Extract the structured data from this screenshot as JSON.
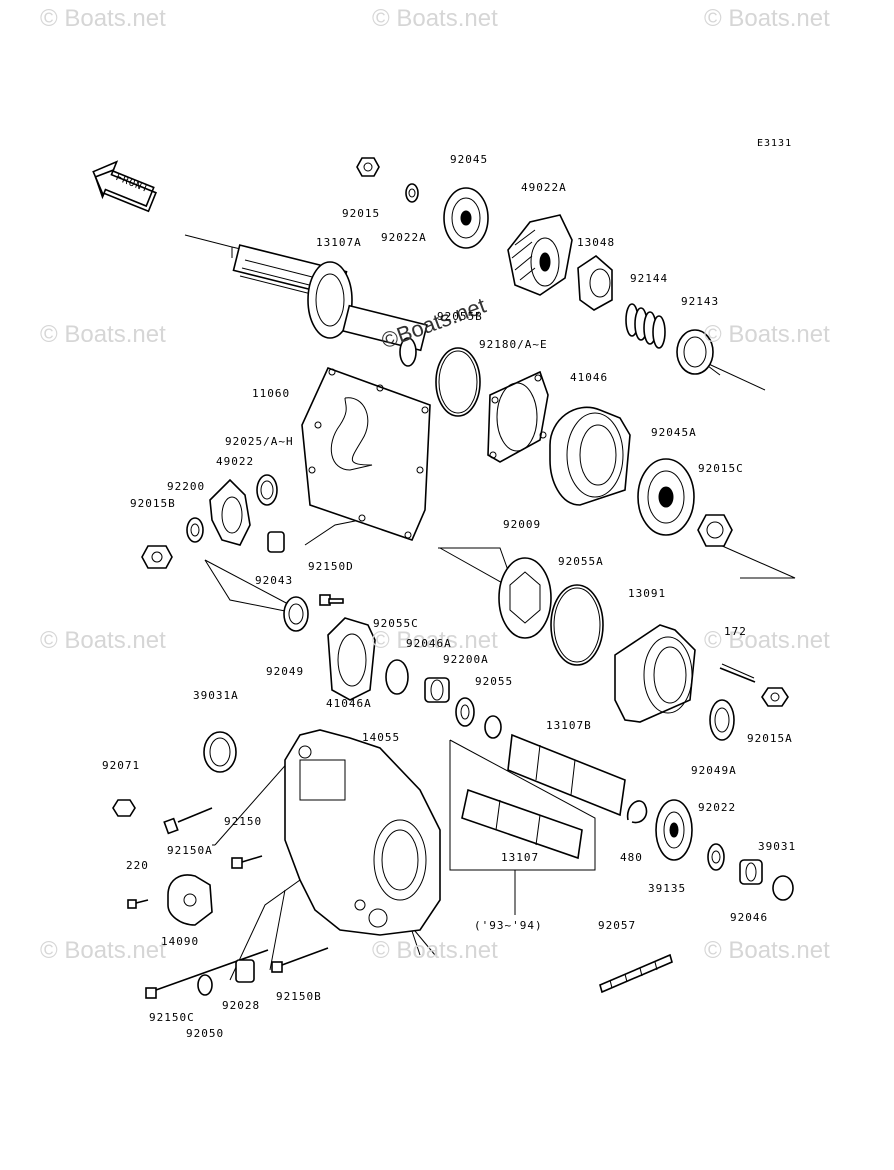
{
  "diagram_code": "E3131",
  "front_label": "FRONT",
  "watermark_text": "© Boats.net",
  "center_watermark": "©Boats.net",
  "year_note": "('93~'94)",
  "part_labels": {
    "p92045": "92045",
    "p49022A": "49022A",
    "p92015": "92015",
    "p92022A": "92022A",
    "p13107A": "13107A",
    "p13048": "13048",
    "p92144": "92144",
    "p92143": "92143",
    "p92055B": "92055B",
    "p92180": "92180/A~E",
    "p41046": "41046",
    "p11060": "11060",
    "p92025": "92025/A~H",
    "p49022": "49022",
    "p92200": "92200",
    "p92015B": "92015B",
    "p92045A": "92045A",
    "p92015C": "92015C",
    "p92009": "92009",
    "p92055A": "92055A",
    "p92043": "92043",
    "p92150D": "92150D",
    "p13091": "13091",
    "p92055C": "92055C",
    "p92046A": "92046A",
    "p172": "172",
    "p92049": "92049",
    "p92200A": "92200A",
    "p92055": "92055",
    "p41046A": "41046A",
    "p39031A": "39031A",
    "p13107B": "13107B",
    "p92015A": "92015A",
    "p14055": "14055",
    "p92049A": "92049A",
    "p92071": "92071",
    "p92022": "92022",
    "p92150A": "92150A",
    "p92150": "92150",
    "p39031": "39031",
    "p13107": "13107",
    "p480": "480",
    "p220": "220",
    "p39135": "39135",
    "p92046": "92046",
    "p14090": "14090",
    "p92057": "92057",
    "p92150C": "92150C",
    "p92028": "92028",
    "p92150B": "92150B",
    "p92050": "92050"
  }
}
